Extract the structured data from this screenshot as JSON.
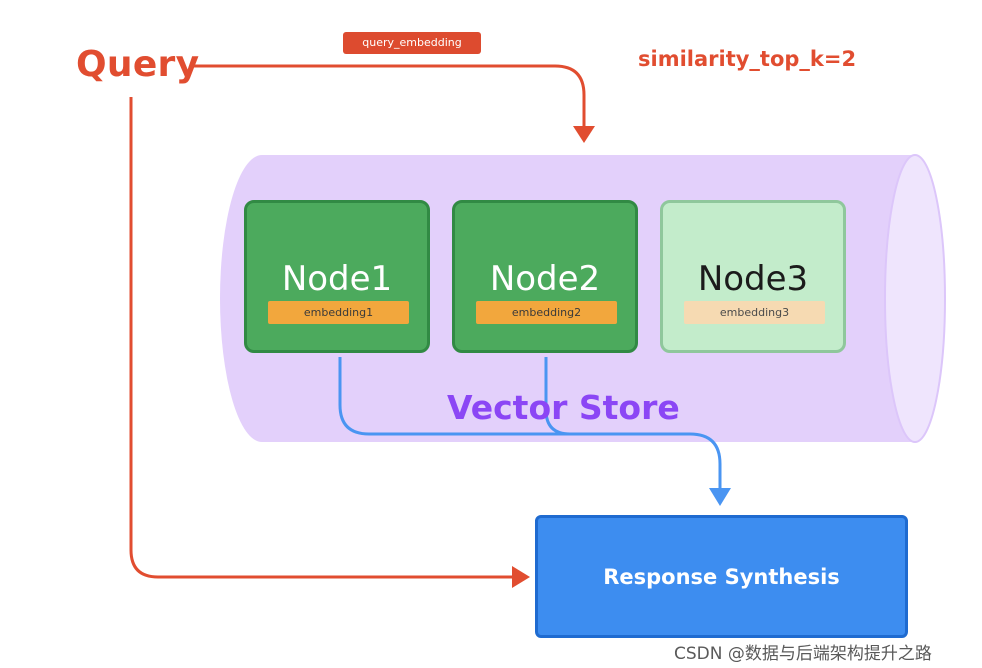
{
  "query": {
    "label": "Query",
    "embedding_tag": "query_embedding"
  },
  "retrieval": {
    "top_k_label": "similarity_top_k=2"
  },
  "vector_store": {
    "label": "Vector Store",
    "nodes": [
      {
        "title": "Node1",
        "embedding": "embedding1",
        "retrieved": true
      },
      {
        "title": "Node2",
        "embedding": "embedding2",
        "retrieved": true
      },
      {
        "title": "Node3",
        "embedding": "embedding3",
        "retrieved": false
      }
    ]
  },
  "synthesis": {
    "label": "Response Synthesis"
  },
  "watermark": "CSDN @数据与后端架构提升之路",
  "colors": {
    "query_red": "#e14d30",
    "store_purple": "#e3d0fb",
    "store_label": "#8b46f5",
    "node_retrieved": "#4caa5d",
    "node_unretrieved": "#c3eccb",
    "flow_blue": "#4a95f2",
    "synthesis_blue": "#3d8df0"
  }
}
